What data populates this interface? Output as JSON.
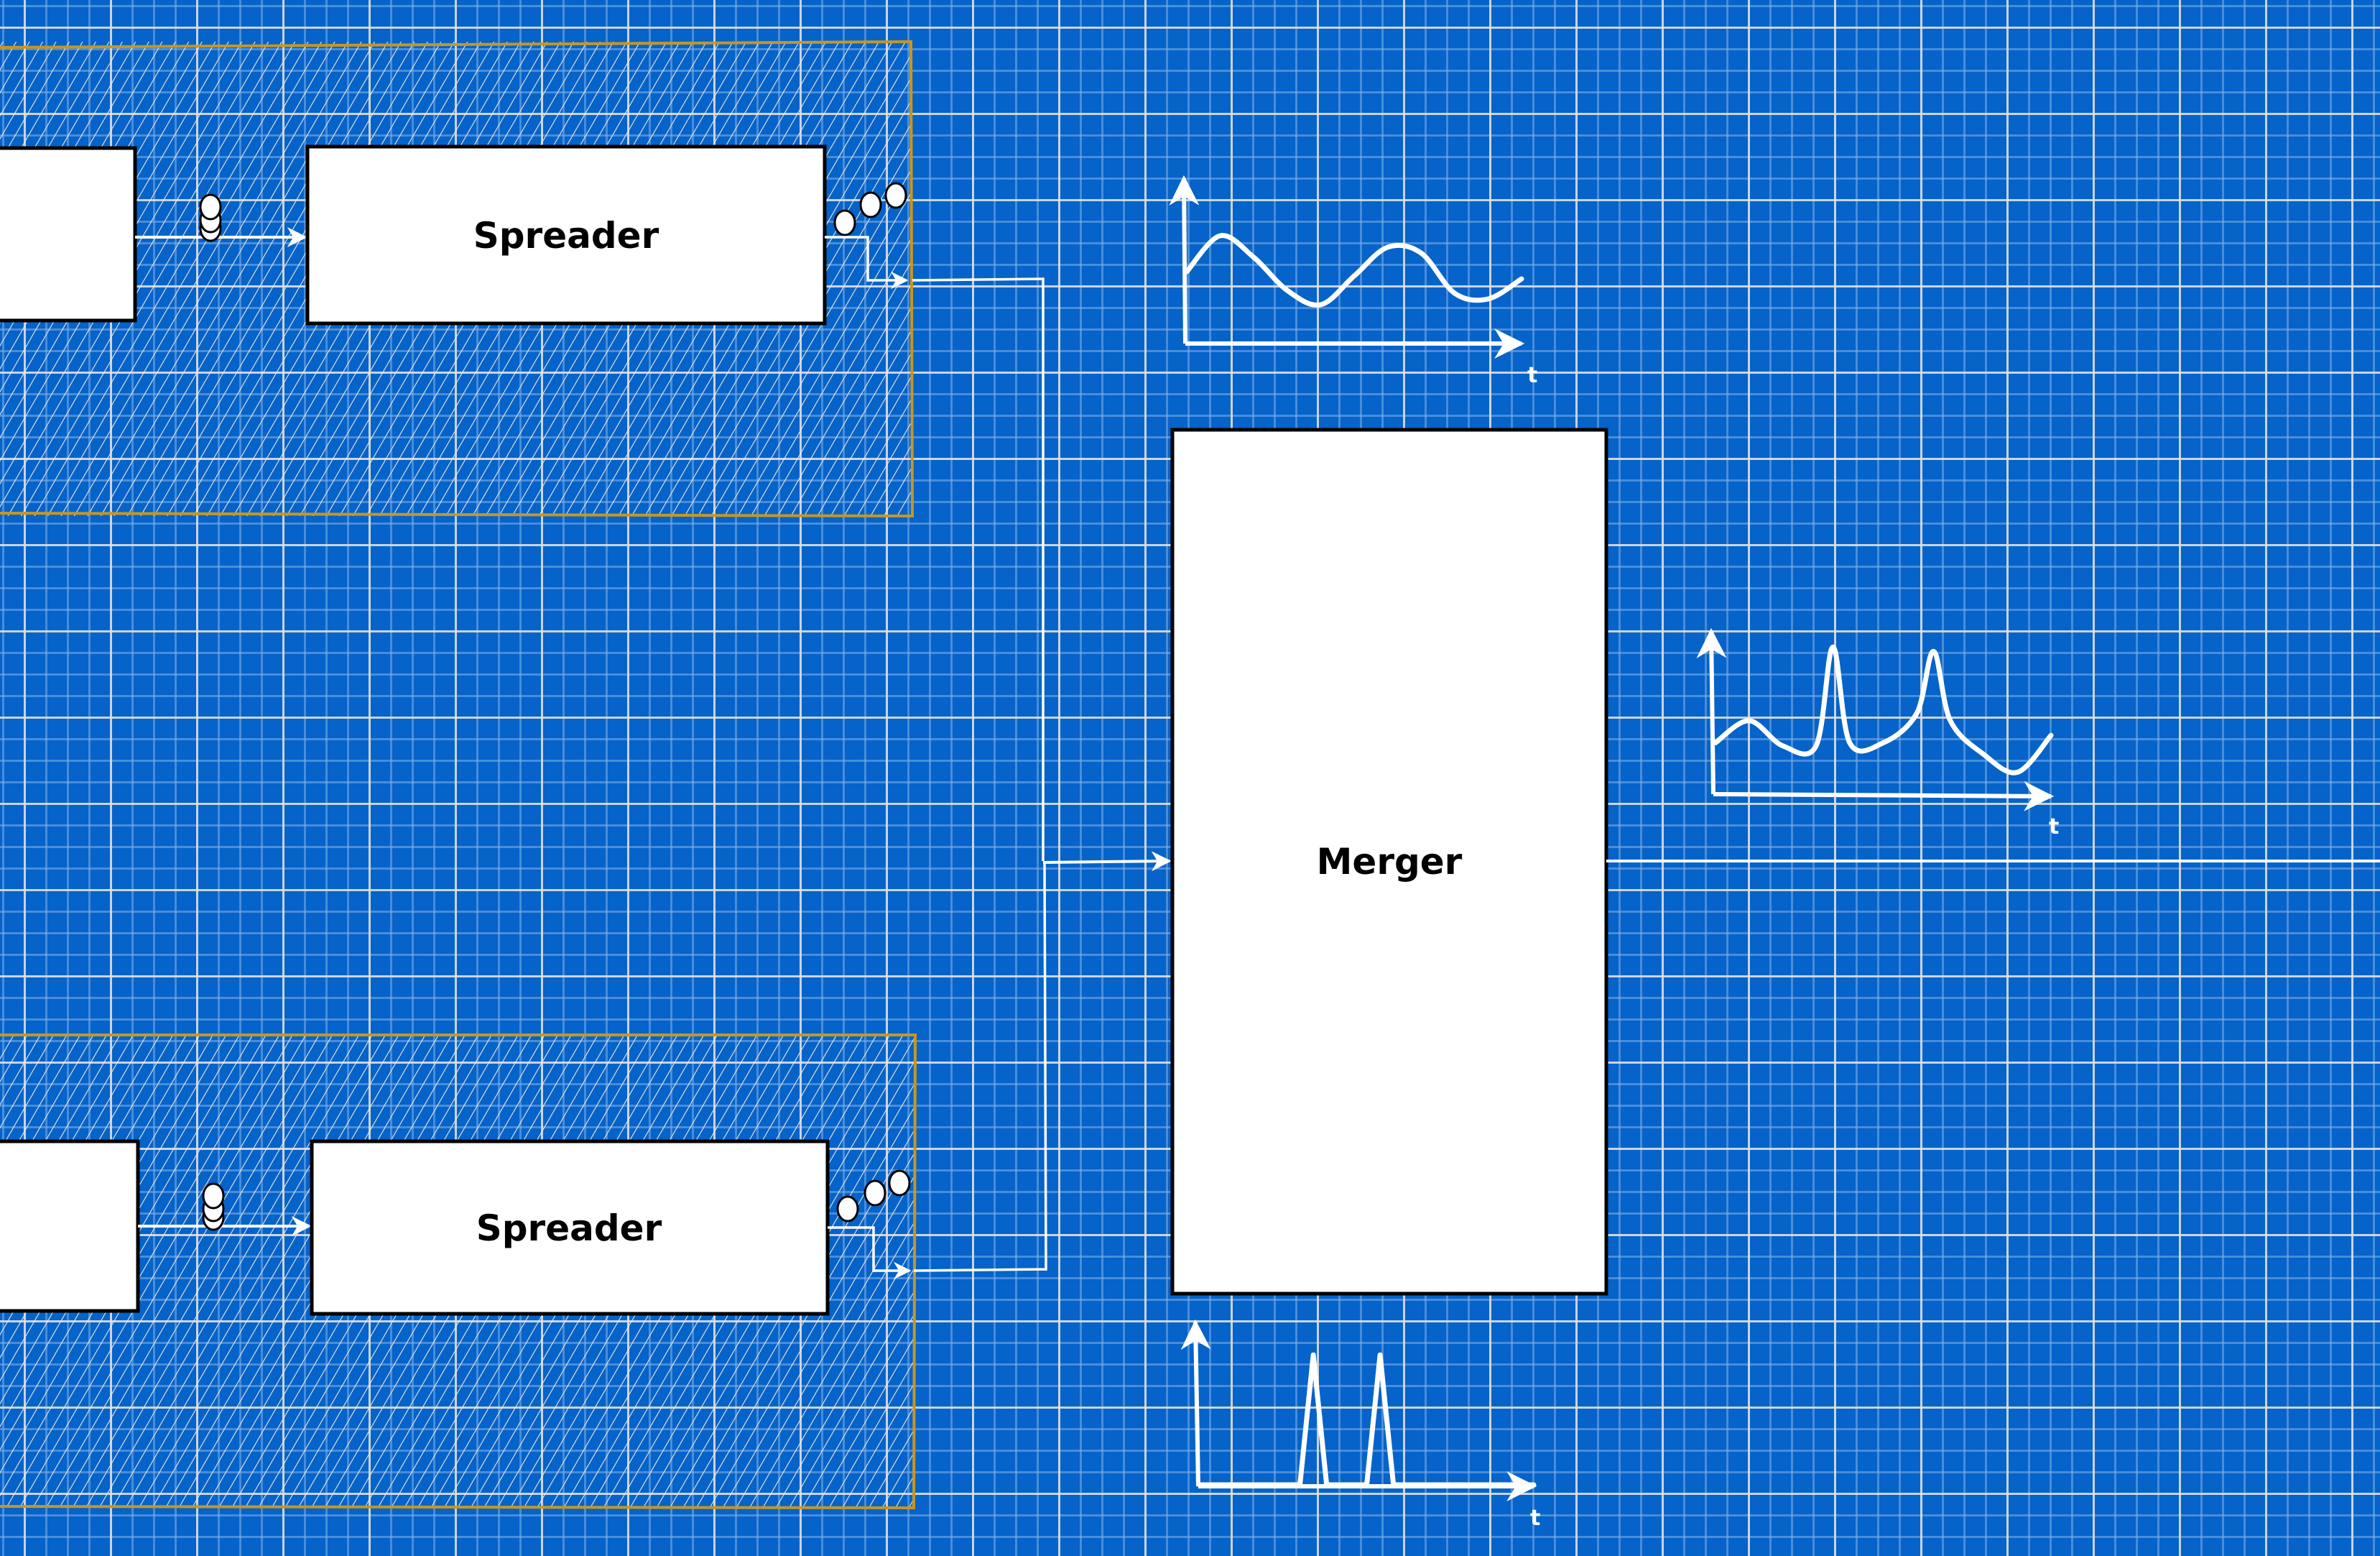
{
  "diagram": {
    "title": "Spreader / Merger pipeline",
    "colors": {
      "background": "#0563c9",
      "panel_border": "#c8961e",
      "hatch": "#f2e8e0",
      "box_fill": "#ffffff",
      "box_stroke": "#000000",
      "line": "#ffffff"
    },
    "panels": [
      {
        "id": "top-panel",
        "label": ""
      },
      {
        "id": "bottom-panel",
        "label": ""
      }
    ],
    "nodes": {
      "top_source": {
        "label": ""
      },
      "top_spreader": {
        "label": "Spreader"
      },
      "bottom_source": {
        "label": ""
      },
      "bottom_spreader": {
        "label": "Spreader"
      },
      "merger": {
        "label": "Merger"
      }
    },
    "edges": [
      {
        "from": "top_source",
        "to": "top_spreader",
        "tokens": "stacked"
      },
      {
        "from": "top_spreader",
        "to": "merger",
        "tokens": "spread"
      },
      {
        "from": "bottom_source",
        "to": "bottom_spreader",
        "tokens": "stacked"
      },
      {
        "from": "bottom_spreader",
        "to": "merger",
        "tokens": "spread"
      },
      {
        "from": "merger",
        "to": "output",
        "tokens": ""
      }
    ]
  },
  "chart_data": [
    {
      "type": "line",
      "title": "",
      "xlabel": "t",
      "ylabel": "",
      "description": "smooth varying load (above Merger input)",
      "x": [
        0,
        0.1,
        0.2,
        0.3,
        0.4,
        0.5,
        0.6,
        0.7,
        0.8,
        0.9,
        1.0
      ],
      "values": [
        0.45,
        0.7,
        0.55,
        0.32,
        0.22,
        0.42,
        0.62,
        0.58,
        0.3,
        0.26,
        0.4
      ],
      "ylim": [
        0,
        1
      ]
    },
    {
      "type": "line",
      "title": "",
      "xlabel": "t",
      "ylabel": "",
      "description": "merged output with two spikes",
      "x": [
        0,
        0.1,
        0.2,
        0.3,
        0.35,
        0.4,
        0.5,
        0.6,
        0.65,
        0.7,
        0.8,
        0.9,
        1.0
      ],
      "values": [
        0.3,
        0.45,
        0.28,
        0.28,
        0.95,
        0.3,
        0.3,
        0.5,
        0.92,
        0.45,
        0.22,
        0.1,
        0.35
      ],
      "ylim": [
        0,
        1
      ]
    },
    {
      "type": "line",
      "title": "",
      "xlabel": "t",
      "ylabel": "",
      "description": "two narrow pulses (below Merger)",
      "x": [
        0,
        0.3,
        0.34,
        0.38,
        0.5,
        0.54,
        0.58,
        1.0
      ],
      "values": [
        0,
        0,
        0.8,
        0,
        0,
        0.8,
        0,
        0
      ],
      "ylim": [
        0,
        1
      ]
    }
  ]
}
